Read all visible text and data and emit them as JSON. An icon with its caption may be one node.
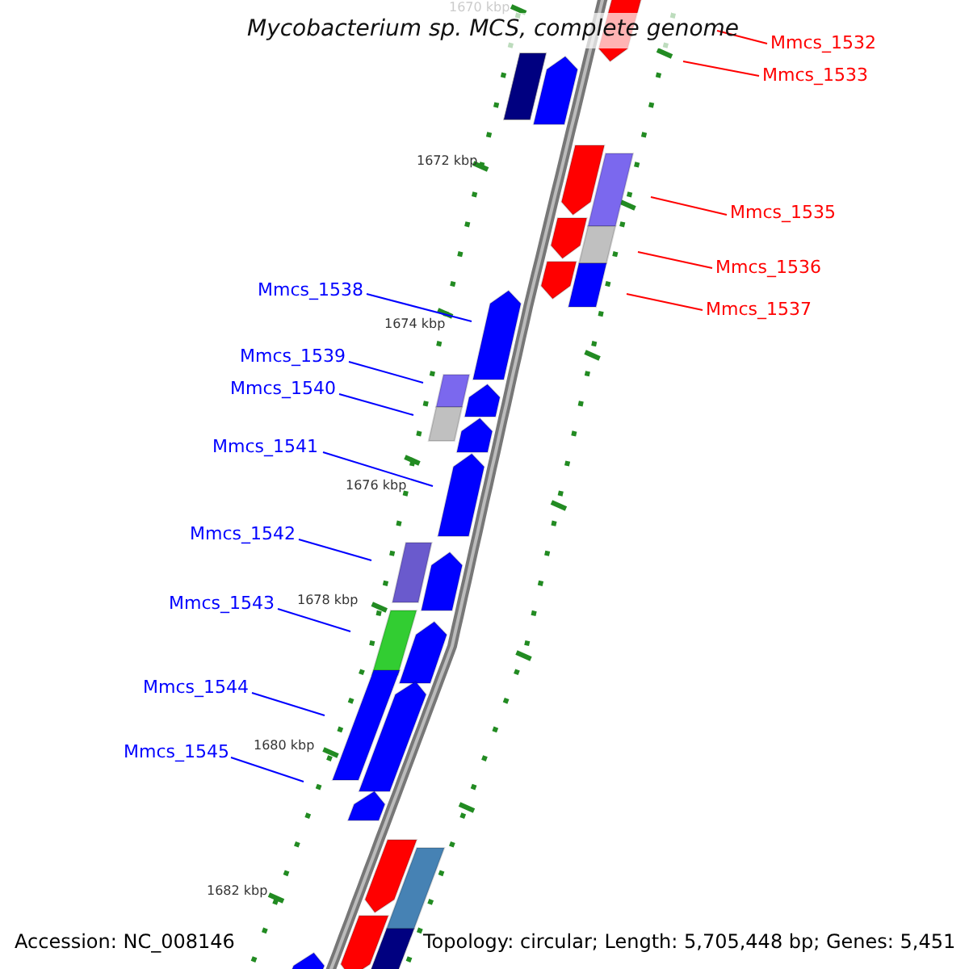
{
  "diagram": {
    "title": "Mycobacterium sp. MCS, complete genome",
    "nodes": [
      {
        "text": [
          "Mmcs_1532"
        ]
      },
      {
        "text": [
          "Mmcs_1533"
        ]
      },
      {
        "text": [
          "Mmcs_1535"
        ]
      },
      {
        "text": [
          "Mmcs_1536"
        ]
      },
      {
        "text": [
          "Mmcs_1537"
        ]
      },
      {
        "text": [
          "Mmcs_1538"
        ]
      },
      {
        "text": [
          "Mmcs_1539"
        ]
      },
      {
        "text": [
          "Mmcs_1540"
        ]
      },
      {
        "text": [
          "Mmcs_1541"
        ]
      },
      {
        "text": [
          "Mmcs_1542"
        ]
      },
      {
        "text": [
          "Mmcs_1543"
        ]
      },
      {
        "text": [
          "Mmcs_1544"
        ]
      },
      {
        "text": [
          "Mmcs_1545"
        ]
      }
    ],
    "edges": [
      {
        "from": 0,
        "to": null,
        "arrow": "none",
        "color": "#ff0000"
      },
      {
        "from": 1,
        "to": null,
        "arrow": "none",
        "color": "#ff0000"
      },
      {
        "from": 2,
        "to": null,
        "arrow": "none",
        "color": "#ff0000"
      },
      {
        "from": 3,
        "to": null,
        "arrow": "none",
        "color": "#ff0000"
      },
      {
        "from": 4,
        "to": null,
        "arrow": "none",
        "color": "#ff0000"
      },
      {
        "from": 5,
        "to": null,
        "arrow": "none"
      },
      {
        "from": 6,
        "to": null,
        "arrow": "none"
      },
      {
        "from": 7,
        "to": null,
        "arrow": "none"
      },
      {
        "from": 8,
        "to": null,
        "arrow": "none"
      },
      {
        "from": 9,
        "to": null,
        "arrow": "none"
      },
      {
        "from": 10,
        "to": null,
        "arrow": "none"
      },
      {
        "from": 11,
        "to": null,
        "arrow": "none"
      },
      {
        "from": 12,
        "to": null,
        "arrow": "none"
      }
    ],
    "labels": [
      "1670 kbp",
      "1672 kbp",
      "1674 kbp",
      "1676 kbp",
      "1678 kbp",
      "1680 kbp",
      "1682 kbp",
      "Accession: NC_008146",
      "Topology: circular; Length: 5,705,448 bp; Genes: 5,451"
    ]
  }
}
